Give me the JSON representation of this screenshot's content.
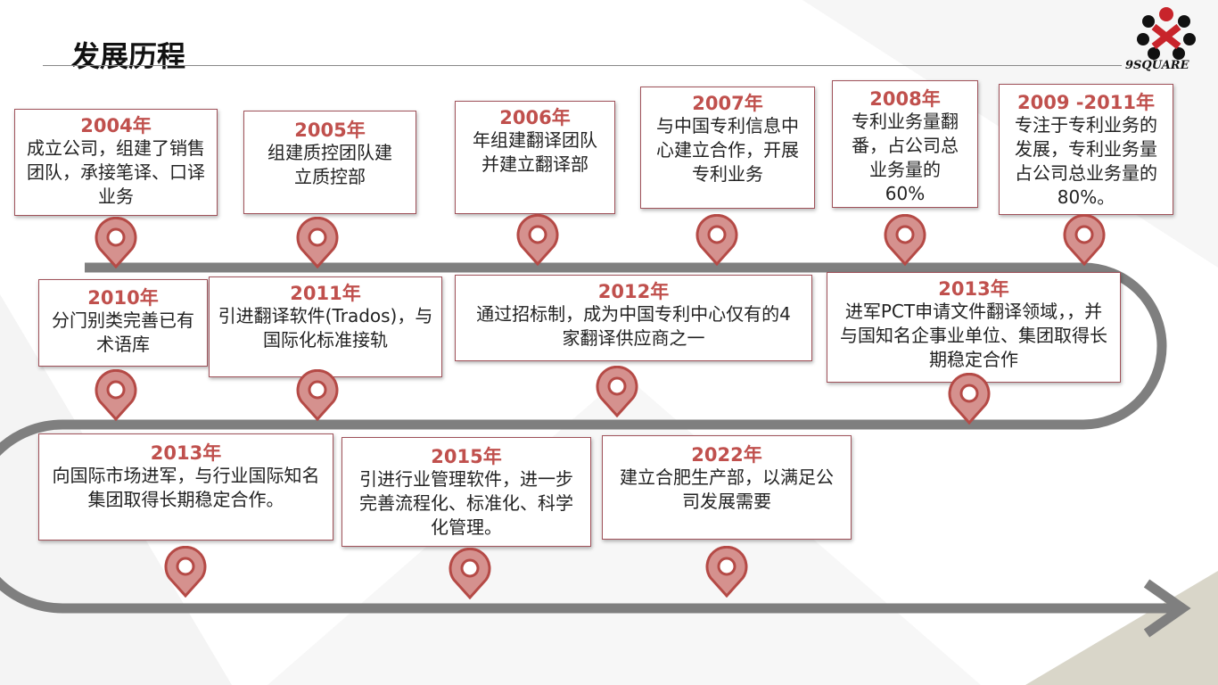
{
  "header": {
    "title": "发展历程",
    "logo_text": "9SQUARE",
    "logo_icon": "9square-logo-icon"
  },
  "colors": {
    "accent": "#c0504d",
    "pin_fill": "#d5918e",
    "pin_stroke": "#b54a46",
    "track": "#7f7f7f"
  },
  "milestones": [
    {
      "year": "2004年",
      "text": "成立公司，组建了销售团队，承接笔译、口译业务"
    },
    {
      "year": "2005年",
      "text": "组建质控团队建立质控部"
    },
    {
      "year": "2006年",
      "text": "年组建翻译团队并建立翻译部"
    },
    {
      "year": "2007年",
      "text": "与中国专利信息中心建立合作，开展专利业务"
    },
    {
      "year": "2008年",
      "text": "专利业务量翻番，占公司总业务量的60%"
    },
    {
      "year": "2009 -2011年",
      "text": "专注于专利业务的发展，专利业务量占公司总业务量的80%。"
    },
    {
      "year": "2010年",
      "text": "分门别类完善已有术语库"
    },
    {
      "year": "2011年",
      "text": "引进翻译软件(Trados)，与国际化标准接轨"
    },
    {
      "year": "2012年",
      "text": "通过招标制，成为中国专利中心仅有的4家翻译供应商之一"
    },
    {
      "year": "2013年",
      "text": "进军PCT申请文件翻译领域，，并与国知名企事业单位、集团取得长期稳定合作"
    },
    {
      "year": "2013年",
      "text": "向国际市场进军，与行业国际知名集团取得长期稳定合作。"
    },
    {
      "year": "2015年",
      "text": "引进行业管理软件，进一步完善流程化、标准化、科学化管理。"
    },
    {
      "year": "2022年",
      "text": "建立合肥生产部，以满足公司发展需要"
    }
  ]
}
